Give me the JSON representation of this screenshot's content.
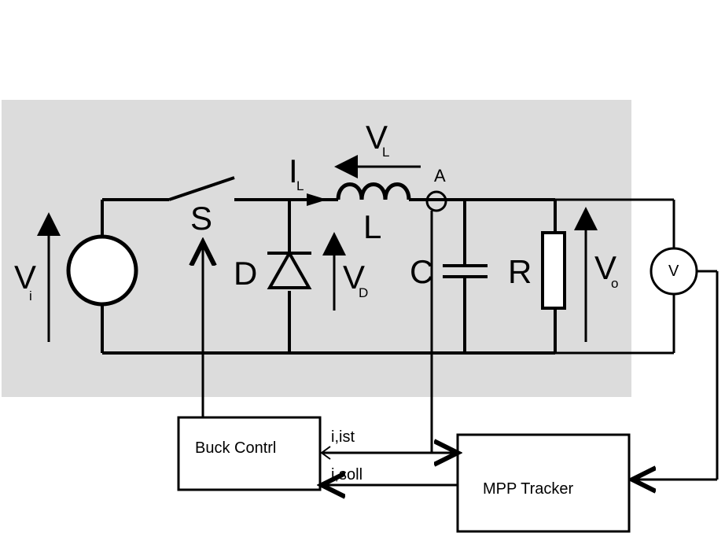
{
  "diagram": {
    "colors": {
      "panel": "#dcdcdc",
      "line": "#000000",
      "background": "#ffffff"
    },
    "labels": {
      "vi": "V",
      "vi_sub": "i",
      "switch": "S",
      "diode": "D",
      "vd": "V",
      "vd_sub": "D",
      "il": "I",
      "il_sub": "L",
      "vl": "V",
      "vl_sub": "L",
      "inductor": "L",
      "node_a": "A",
      "capacitor": "C",
      "resistor": "R",
      "vo": "V",
      "vo_sub": "o",
      "voltmeter": "V",
      "i_ist": "i,ist",
      "i_soll": "i,soll"
    },
    "blocks": {
      "buck_control": "Buck Contrl",
      "mpp_tracker": "MPP Tracker"
    }
  }
}
